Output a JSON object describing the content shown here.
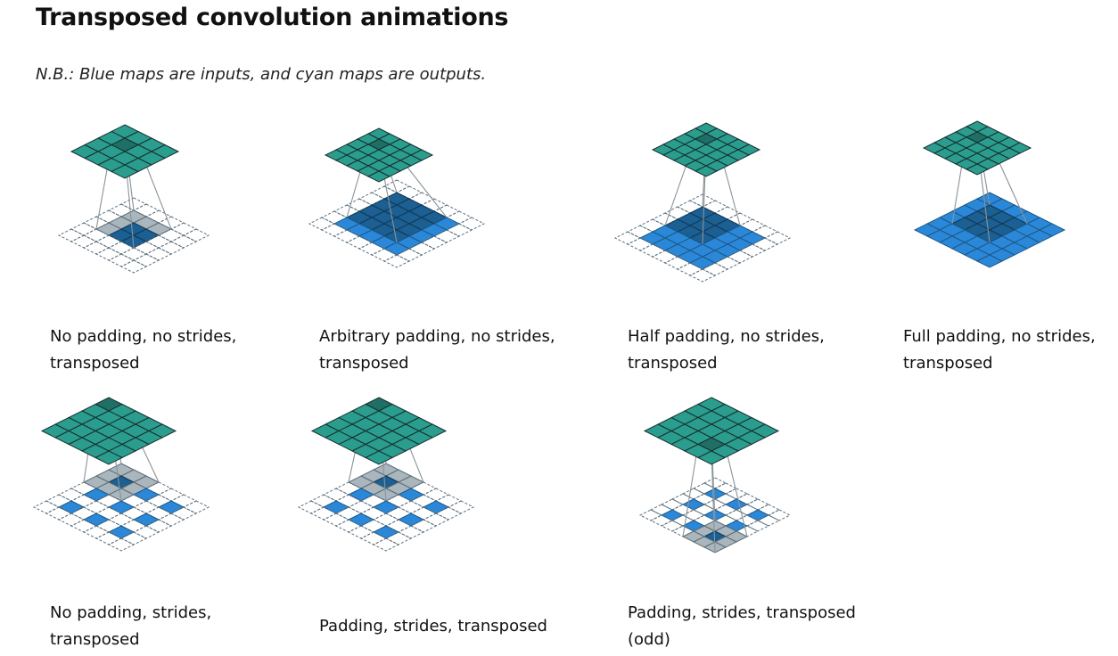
{
  "heading": "Transposed convolution animations",
  "note": "N.B.: Blue maps are inputs, and cyan maps are outputs.",
  "colors": {
    "output_fill": "#2a9d8f",
    "output_dark": "#1f6f66",
    "input_fill": "#2b88d8",
    "input_dark": "#1b5f93",
    "kernel_gray": "#a9b6bd",
    "grid_dash": "#5a7080"
  },
  "animations": [
    {
      "caption_lines": [
        "No padding, no strides,",
        "transposed"
      ]
    },
    {
      "caption_lines": [
        "Arbitrary padding, no strides,",
        "transposed"
      ]
    },
    {
      "caption_lines": [
        "Half padding, no strides,",
        "transposed"
      ]
    },
    {
      "caption_lines": [
        "Full padding, no strides,",
        "transposed"
      ]
    },
    {
      "caption_lines": [
        "No padding, strides,",
        "transposed"
      ]
    },
    {
      "caption_lines": [
        "Padding, strides, transposed"
      ]
    },
    {
      "caption_lines": [
        "Padding, strides, transposed",
        "(odd)"
      ]
    }
  ]
}
